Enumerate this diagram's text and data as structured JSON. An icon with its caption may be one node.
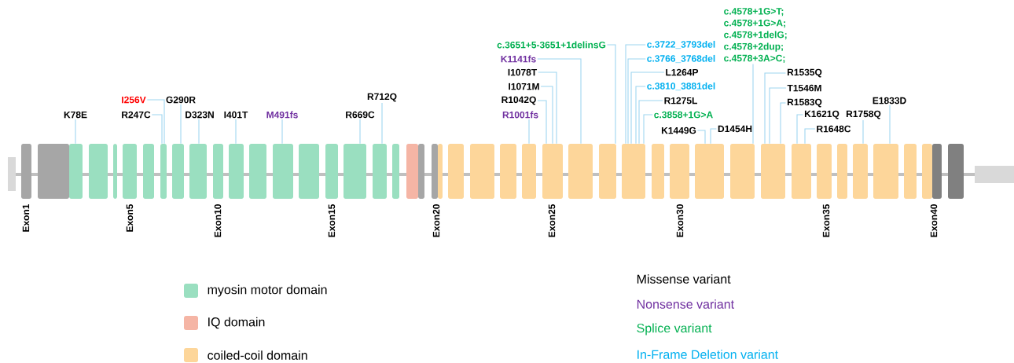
{
  "diagram": {
    "nodes": [
      {
        "text": [
          "K78E"
        ]
      },
      {
        "text": [
          "I256V"
        ]
      },
      {
        "text": [
          "R247C"
        ]
      },
      {
        "text": [
          "G290R"
        ]
      },
      {
        "text": [
          "D323N"
        ]
      },
      {
        "text": [
          "I401T"
        ]
      },
      {
        "text": [
          "M491fs"
        ]
      },
      {
        "text": [
          "R669C"
        ]
      },
      {
        "text": [
          "R712Q"
        ]
      },
      {
        "text": [
          "c.3651+5-3651+1delinsG"
        ]
      },
      {
        "text": [
          "K1141fs"
        ]
      },
      {
        "text": [
          "I1078T"
        ]
      },
      {
        "text": [
          "I1071M"
        ]
      },
      {
        "text": [
          "R1042Q"
        ]
      },
      {
        "text": [
          "R1001fs"
        ]
      },
      {
        "text": [
          "c.3722_3793del"
        ]
      },
      {
        "text": [
          "c.3766_3768del"
        ]
      },
      {
        "text": [
          "L1264P"
        ]
      },
      {
        "text": [
          "c.3810_3881del"
        ]
      },
      {
        "text": [
          "R1275L"
        ]
      },
      {
        "text": [
          "c.3858+1G>A"
        ]
      },
      {
        "text": [
          "K1449G"
        ]
      },
      {
        "text": [
          "D1454H"
        ]
      },
      {
        "text": [
          "c.4578+1G>T; c.4578+1G>A; c.4578+1delG; c.4578+2dup; c.4578+3A>C;"
        ]
      },
      {
        "text": [
          "R1535Q"
        ]
      },
      {
        "text": [
          "T1546M"
        ]
      },
      {
        "text": [
          "R1583Q"
        ]
      },
      {
        "text": [
          "K1621Q"
        ]
      },
      {
        "text": [
          "R1648C"
        ]
      },
      {
        "text": [
          "R1758Q"
        ]
      },
      {
        "text": [
          "E1833D"
        ]
      },
      {
        "text": [],
        "shape": "box"
      },
      {
        "text": [],
        "shape": "box"
      },
      {
        "text": [],
        "shape": "box"
      },
      {
        "text": [],
        "shape": "box"
      },
      {
        "text": [],
        "shape": "box"
      },
      {
        "text": [],
        "shape": "box"
      },
      {
        "text": [],
        "shape": "box"
      },
      {
        "text": [],
        "shape": "box"
      },
      {
        "text": [],
        "shape": "box"
      },
      {
        "text": [],
        "shape": "box"
      },
      {
        "text": [],
        "shape": "box"
      },
      {
        "text": [],
        "shape": "box"
      },
      {
        "text": [],
        "shape": "box"
      },
      {
        "text": [],
        "shape": "box"
      },
      {
        "text": [],
        "shape": "box"
      },
      {
        "text": [],
        "shape": "box"
      },
      {
        "text": [],
        "shape": "box"
      },
      {
        "text": [],
        "shape": "box"
      },
      {
        "text": [],
        "shape": "box"
      },
      {
        "text": [],
        "shape": "box"
      },
      {
        "text": [],
        "shape": "box"
      },
      {
        "text": [],
        "shape": "box"
      },
      {
        "text": [],
        "shape": "box"
      },
      {
        "text": [],
        "shape": "box"
      },
      {
        "text": [],
        "shape": "box"
      },
      {
        "text": [],
        "shape": "box"
      },
      {
        "text": [],
        "shape": "box"
      },
      {
        "text": [],
        "shape": "box"
      },
      {
        "text": [],
        "shape": "box"
      },
      {
        "text": [],
        "shape": "box"
      },
      {
        "text": [],
        "shape": "box"
      },
      {
        "text": [],
        "shape": "box"
      },
      {
        "text": [],
        "shape": "box"
      },
      {
        "text": [],
        "shape": "box"
      },
      {
        "text": [],
        "shape": "box"
      },
      {
        "text": [],
        "shape": "box"
      },
      {
        "text": [],
        "shape": "box"
      },
      {
        "text": [],
        "shape": "box"
      },
      {
        "text": [],
        "shape": "box"
      },
      {
        "text": [],
        "shape": "box"
      },
      {
        "text": [],
        "shape": "box"
      }
    ],
    "edges": [
      {
        "from": 0,
        "to": 32,
        "arrow": "none"
      },
      {
        "from": 1,
        "to": 37,
        "arrow": "none"
      },
      {
        "from": 2,
        "to": 37,
        "arrow": "none"
      },
      {
        "from": 3,
        "to": 38,
        "arrow": "none"
      },
      {
        "from": 4,
        "to": 39,
        "arrow": "none"
      },
      {
        "from": 5,
        "to": 41,
        "arrow": "none"
      },
      {
        "from": 6,
        "to": 43,
        "arrow": "none"
      },
      {
        "from": 7,
        "to": 46,
        "arrow": "none"
      },
      {
        "from": 8,
        "to": 47,
        "arrow": "none"
      },
      {
        "from": 9,
        "to": 57,
        "arrow": "none"
      },
      {
        "from": 10,
        "to": 56,
        "arrow": "none"
      },
      {
        "from": 11,
        "to": 55,
        "arrow": "none"
      },
      {
        "from": 12,
        "to": 55,
        "arrow": "none"
      },
      {
        "from": 13,
        "to": 55,
        "arrow": "none"
      },
      {
        "from": 14,
        "to": 54,
        "arrow": "none"
      },
      {
        "from": 15,
        "to": 58,
        "arrow": "none"
      },
      {
        "from": 16,
        "to": 58,
        "arrow": "none"
      },
      {
        "from": 17,
        "to": 58,
        "arrow": "none"
      },
      {
        "from": 18,
        "to": 58,
        "arrow": "none"
      },
      {
        "from": 19,
        "to": 58,
        "arrow": "none"
      },
      {
        "from": 20,
        "to": 58,
        "arrow": "none"
      },
      {
        "from": 21,
        "to": 61,
        "arrow": "none"
      },
      {
        "from": 22,
        "to": 61,
        "arrow": "none"
      },
      {
        "from": 23,
        "to": 62,
        "arrow": "none"
      },
      {
        "from": 24,
        "to": 63,
        "arrow": "none"
      },
      {
        "from": 25,
        "to": 63,
        "arrow": "none"
      },
      {
        "from": 26,
        "to": 63,
        "arrow": "none"
      },
      {
        "from": 27,
        "to": 64,
        "arrow": "none"
      },
      {
        "from": 28,
        "to": 64,
        "arrow": "none"
      },
      {
        "from": 29,
        "to": 67,
        "arrow": "none"
      },
      {
        "from": 30,
        "to": 68,
        "arrow": "none"
      }
    ],
    "labels": [
      "Exon1",
      "Exon5",
      "Exon10",
      "Exon15",
      "Exon20",
      "Exon25",
      "Exon30",
      "Exon35",
      "Exon40",
      "Missense variant",
      "Nonsense variant",
      "Splice variant",
      "In-Frame Deletion variant"
    ],
    "legend": [
      {
        "text": "myosin motor domain",
        "color": "#9adfc0"
      },
      {
        "text": "IQ domain",
        "color": "#f5b5a5"
      },
      {
        "text": "coiled-coil domain",
        "color": "#fdd69a"
      }
    ]
  }
}
